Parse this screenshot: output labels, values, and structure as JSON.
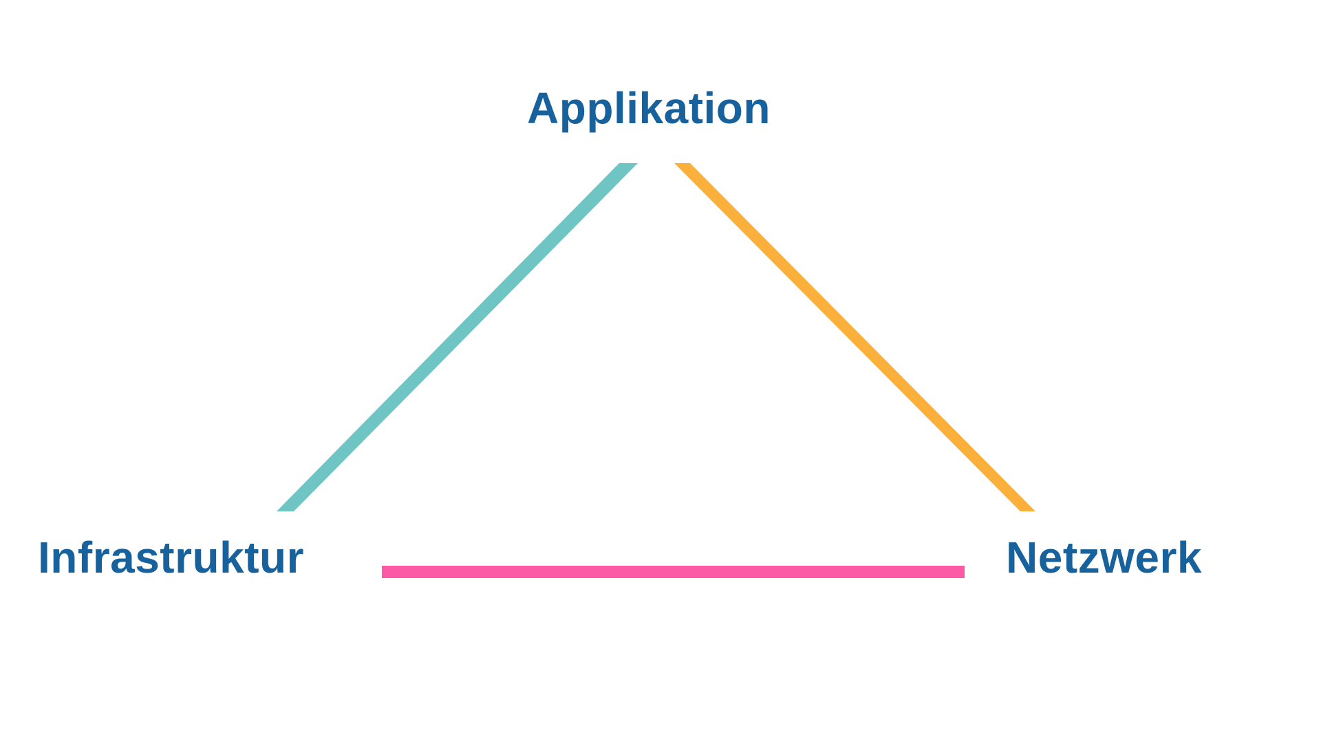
{
  "diagram": {
    "title_hint": "triangle-relationship-diagram",
    "nodes": {
      "top": "Applikation",
      "bottom_left": "Infrastruktur",
      "bottom_right": "Netzwerk"
    },
    "colors": {
      "background": "#FFFFFF",
      "label_text": "#17619D",
      "edge_left": "#6EC5C4",
      "edge_right": "#FBB03B",
      "edge_bottom": "#FD5AA5"
    }
  }
}
